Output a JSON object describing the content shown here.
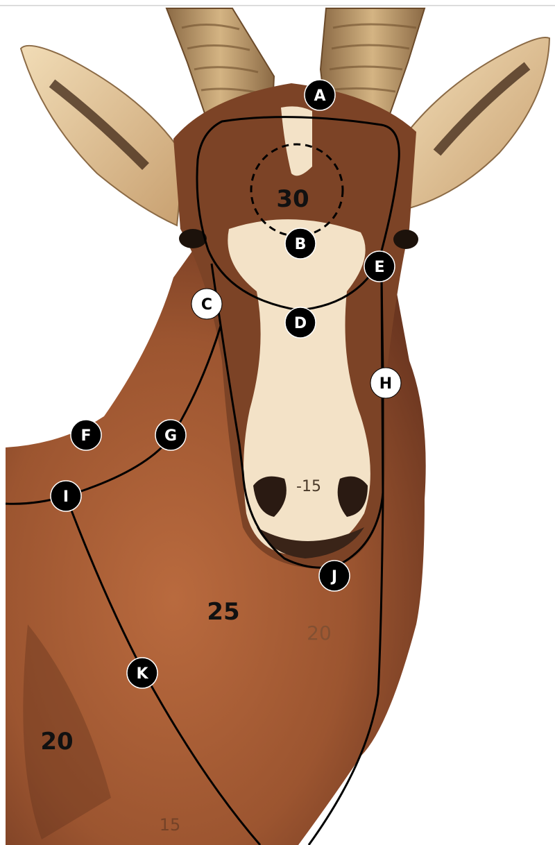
{
  "colors": {
    "accent_marker": "#000000",
    "light_marker": "#ffffff",
    "outline": "#000000",
    "hide": "#a25a35",
    "blaze": "#f3e2c7",
    "horn": "#c09a6b"
  },
  "markers": [
    {
      "letter": "A",
      "style": "dark"
    },
    {
      "letter": "B",
      "style": "dark"
    },
    {
      "letter": "C",
      "style": "light"
    },
    {
      "letter": "D",
      "style": "dark"
    },
    {
      "letter": "E",
      "style": "dark"
    },
    {
      "letter": "F",
      "style": "dark"
    },
    {
      "letter": "G",
      "style": "dark"
    },
    {
      "letter": "H",
      "style": "light"
    },
    {
      "letter": "I",
      "style": "dark"
    },
    {
      "letter": "J",
      "style": "dark"
    },
    {
      "letter": "K",
      "style": "dark"
    }
  ],
  "scores": {
    "brain": "30",
    "muzzle": "-15",
    "neck": "25",
    "neck_faint": "20",
    "shoulder": "20",
    "bottom_faint": "15"
  }
}
